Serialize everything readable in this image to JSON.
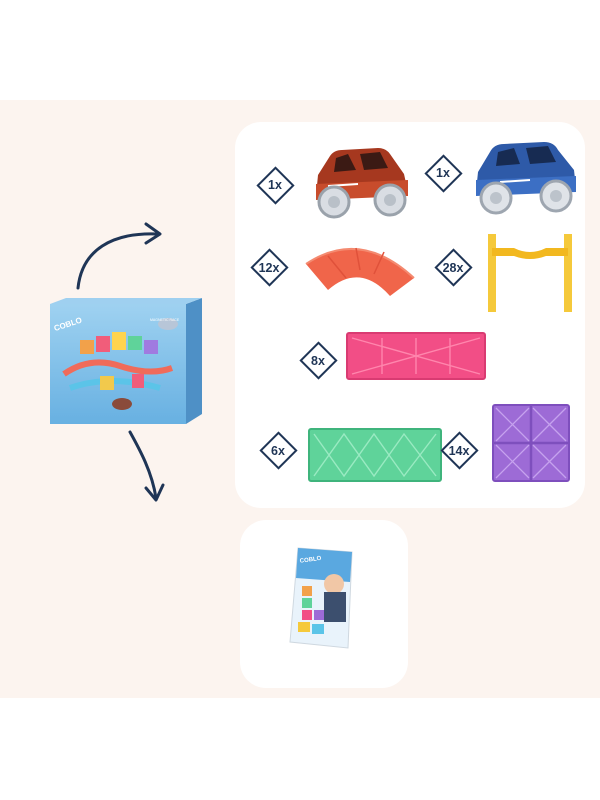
{
  "box": {
    "brand": "COBLO",
    "subtitle": "MAGNETIC RACE"
  },
  "manual": {
    "brand": "COBLO"
  },
  "items": [
    {
      "id": "red-car",
      "quantity": "1x"
    },
    {
      "id": "blue-car",
      "quantity": "1x"
    },
    {
      "id": "curved-track",
      "quantity": "12x"
    },
    {
      "id": "gate-pillar",
      "quantity": "28x"
    },
    {
      "id": "pink-rectangle-tile",
      "quantity": "8x"
    },
    {
      "id": "green-rectangle-tile",
      "quantity": "6x"
    },
    {
      "id": "purple-square-tile",
      "quantity": "14x"
    }
  ],
  "colors": {
    "navy": "#1f3556",
    "band": "#fcf4ef",
    "red_car": "#a6381f",
    "blue_car": "#2e5aa8",
    "orange_track": "#f0654a",
    "yellow_gate": "#f5c93b",
    "pink_tile": "#f24e86",
    "green_tile": "#5fd39a",
    "purple_tile": "#9d6bd6",
    "box_blue": "#6fb5e6"
  }
}
